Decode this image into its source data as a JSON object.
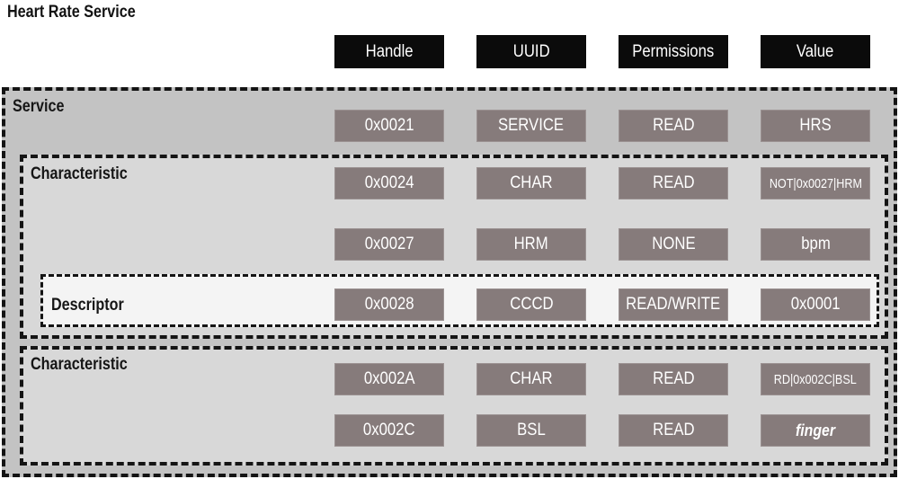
{
  "title": "Heart Rate Service",
  "sections": {
    "service_label": "Service",
    "characteristic1_label": "Characteristic",
    "descriptor_label": "Descriptor",
    "characteristic2_label": "Characteristic"
  },
  "table": {
    "columns": [
      "Handle",
      "UUID",
      "Permissions",
      "Value"
    ],
    "rows": [
      {
        "section": "service",
        "handle": "0x0021",
        "uuid": "SERVICE",
        "permissions": "READ",
        "value": "HRS"
      },
      {
        "section": "characteristic1",
        "handle": "0x0024",
        "uuid": "CHAR",
        "permissions": "READ",
        "value": "NOT|0x0027|HRM"
      },
      {
        "section": "characteristic1",
        "handle": "0x0027",
        "uuid": "HRM",
        "permissions": "NONE",
        "value": "bpm"
      },
      {
        "section": "descriptor",
        "handle": "0x0028",
        "uuid": "CCCD",
        "permissions": "READ/WRITE",
        "value": "0x0001"
      },
      {
        "section": "characteristic2",
        "handle": "0x002A",
        "uuid": "CHAR",
        "permissions": "READ",
        "value": "RD|0x002C|BSL"
      },
      {
        "section": "characteristic2",
        "handle": "0x002C",
        "uuid": "BSL",
        "permissions": "READ",
        "value": "finger"
      }
    ]
  },
  "colors": {
    "header_bg": "#0b0b0b",
    "header_text": "#ffffff",
    "chip_bg": "#867b7b",
    "chip_text": "#ffffff",
    "service_bg": "#c3c3c3",
    "characteristic_bg": "#d8d8d8",
    "descriptor_bg": "#f4f4f4",
    "dashed_border": "#141414",
    "page_bg": "#ffffff"
  }
}
